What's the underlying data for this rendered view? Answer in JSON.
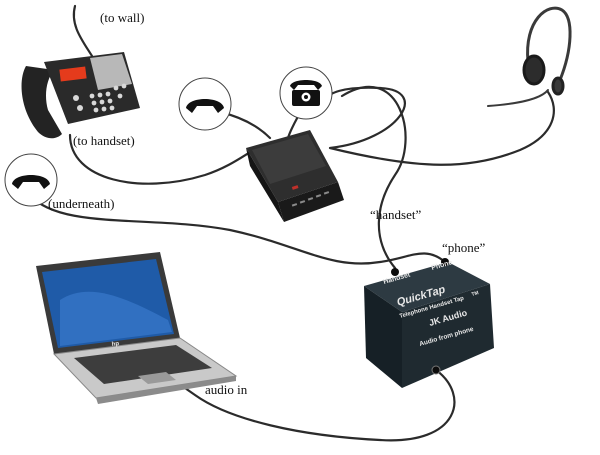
{
  "labels": {
    "to_wall": "(to wall)",
    "to_handset": "(to handset)",
    "underneath": "(underneath)",
    "handset_port": "“handset”",
    "phone_port": "“phone”",
    "audio_in": "audio in"
  },
  "box": {
    "port_handset": "Handset",
    "port_phone": "Phone",
    "brand": "QuickTap",
    "tagline": "Telephone Handset Tap",
    "maker": "JK Audio",
    "tm": "TM",
    "bottom_text": "Audio from phone"
  },
  "laptop": {
    "logo": "hp"
  },
  "icons": [
    "handset-icon",
    "handset-icon",
    "telephone-icon",
    "handset-icon"
  ],
  "colors": {
    "cable": "#2b2b2b",
    "box_body": "#1f2a30",
    "laptop_screen": "#1f5ba8",
    "phone_display": "#e53b1c"
  }
}
